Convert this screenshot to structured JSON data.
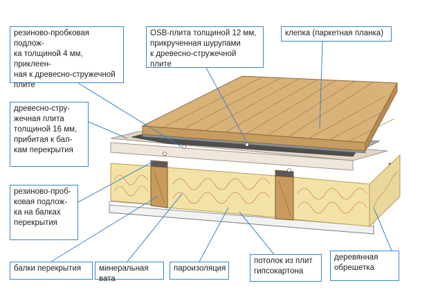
{
  "labels": {
    "rubber_cork_board": "резиново-пробковая подлож-\nка толщиной 4 мм, приклеен-\nная к древесно-стружечной\nплите",
    "osb_board": "OSB-плита толщиной 12 мм,\nприкрученная шурупами\nк древесно-стружечной плите",
    "parquet_strip": "клепка (паркетная планка)",
    "particle_board": "древесно-стру-\nжечная плита\nтолщиной 16 мм,\nприбитая к бал-\nкам перекрытия",
    "rubber_cork_joists": "резиново-проб-\nковая подлож-\nка на балках\nперекрытия",
    "floor_joists": "балки перекрытия",
    "mineral_wool": "минеральная вата",
    "vapor_barrier": "пароизоляция",
    "drywall_ceiling": "потолок из плит\nгипсокартона",
    "wood_battens": "деревянная\nобрешетка"
  },
  "colors": {
    "callout_blue": "#3b84c4",
    "parquet": "#d9b27a",
    "osb": "#a9adb2",
    "particle_board": "#efe7dc",
    "insulation": "#f3e2a6",
    "joist": "#c99a5e",
    "drywall": "#f2f2f2"
  }
}
